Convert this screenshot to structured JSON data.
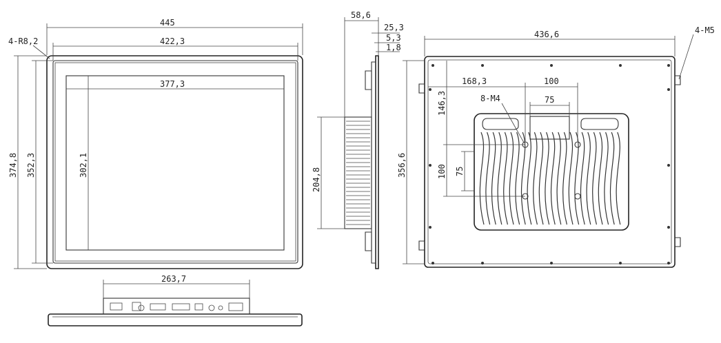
{
  "drawing": {
    "front_view": {
      "corner_radius_label": "4-R8,2",
      "overall_width": "445",
      "frame_width": "422,3",
      "active_area_width": "377,3",
      "overall_height": "374,8",
      "frame_height": "352,3",
      "active_area_height": "302,1"
    },
    "side_view": {
      "depth_total": "58,6",
      "depth_a": "25,3",
      "depth_b": "5,3",
      "depth_c": "1,8",
      "heatsink_height": "204,8"
    },
    "rear_view": {
      "overall_width": "436,6",
      "mount_label": "4-M5",
      "overall_height": "356,6",
      "offset_x": "168,3",
      "vesa_width_large": "100",
      "vesa_width_small": "75",
      "offset_y": "146,3",
      "vesa_screw_label": "8-M4",
      "vesa_height_large": "100",
      "vesa_height_small": "75"
    },
    "bottom_view": {
      "io_panel_width": "263,7"
    }
  }
}
